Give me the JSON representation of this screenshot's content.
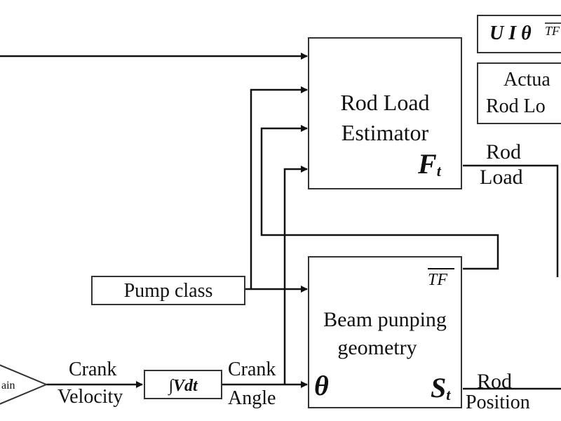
{
  "blocks": {
    "rod_load_estimator": {
      "line1": "Rod Load",
      "line2": "Estimator",
      "output_symbol": "F",
      "output_subscript": "t"
    },
    "beam_pumping_geometry": {
      "line1": "Beam punping",
      "line2": "geometry",
      "input_symbol": "θ",
      "output_symbol": "S",
      "output_subscript": "t",
      "tf_label": "TF"
    },
    "pump_class": {
      "label": "Pump class"
    },
    "integrator": {
      "label": "∫Vdt"
    },
    "gain": {
      "label": "ain"
    },
    "uitf": {
      "label": "U I θ",
      "tf_label": "TF"
    },
    "actual_rod_load": {
      "line1": "Actua",
      "line2": "Rod Lo"
    }
  },
  "signals": {
    "crank_velocity": {
      "line1": "Crank",
      "line2": "Velocity"
    },
    "crank_angle": {
      "line1": "Crank",
      "line2": "Angle"
    },
    "rod_load": {
      "line1": "Rod",
      "line2": "Load"
    },
    "rod_position": {
      "line1": "Rod",
      "line2": "Position"
    }
  }
}
